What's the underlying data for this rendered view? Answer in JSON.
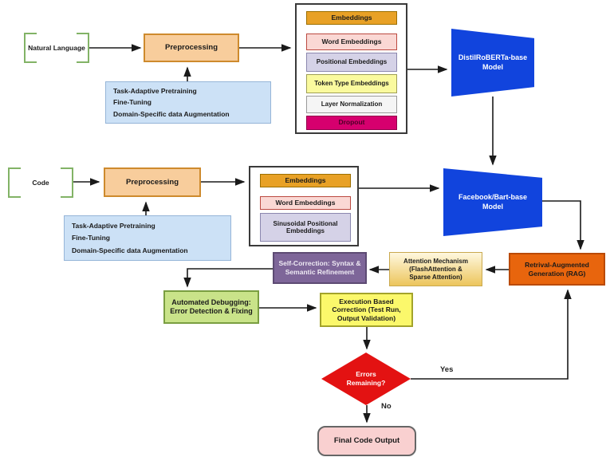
{
  "nodes": {
    "natural_language": "Natural Language",
    "preprocessing_nl": "Preprocessing",
    "pretraining_nl": {
      "line1": "Task-Adaptive Pretraining",
      "line2": "Fine-Tuning",
      "line3": "Domain-Specific data Augmentation"
    },
    "embeddings_nl": {
      "embeddings": "Embeddings",
      "word": "Word Embeddings",
      "positional": "Positional Embeddings",
      "token_type": "Token Type Embeddings",
      "layer_norm": "Layer Normalization",
      "dropout": "Dropout"
    },
    "nl_model": "DistilRoBERTa-base Model",
    "code": "Code",
    "preprocessing_code": "Preprocessing",
    "pretraining_code": {
      "line1": "Task-Adaptive Pretraining",
      "line2": "Fine-Tuning",
      "line3": "Domain-Specific data Augmentation"
    },
    "embeddings_code": {
      "embeddings": "Embeddings",
      "word": "Word Embeddings",
      "sinusoidal": "Sinusoidal Positional Embeddings"
    },
    "code_model": "Facebook/Bart-base Model",
    "rag": "Retrival-Augmented Generation (RAG)",
    "attention": "Attention Mechanism (FlashAttention & Sparse Attention)",
    "self_correction": "Self-Correction: Syntax & Semantic Refinement",
    "auto_debugging": "Automated Debugging: Error Detection & Fixing",
    "execution": "Execution Based Correction (Test Run, Output Validation)",
    "decision": "Errors Remaining?",
    "final_output": "Final Code Output"
  },
  "edge_labels": {
    "yes": "Yes",
    "no": "No"
  },
  "colors": {
    "model_blue": "#1144DD",
    "rag_orange": "#E8650D",
    "decision_red": "#E31212",
    "dropout_magenta": "#D6006E",
    "self_correction_purple": "#7E6699",
    "bracket_green": "#82B366",
    "preprocessing_orange": "#F8CD9C",
    "pretraining_blue": "#CCE1F6",
    "debug_green": "#C9E389",
    "execution_yellow": "#FBF86B",
    "final_pink": "#F9D0D0"
  }
}
